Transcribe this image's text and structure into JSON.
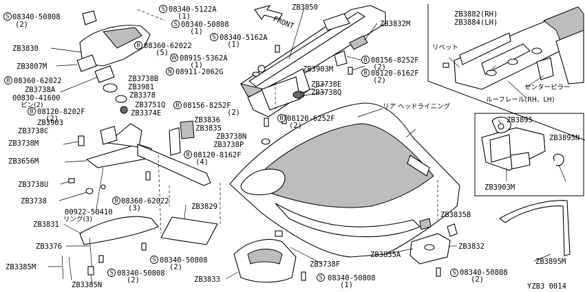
{
  "labels": {
    "zb3850": "ZB3850",
    "zb3832m": "ZB3832M",
    "front": "FRONT",
    "s_08340_5122a": "08340-5122A",
    "s_08340_5122a_q": "(1)",
    "s_08340_50808_top": "08340-50808",
    "s_08340_50808_top_q": "(1)",
    "s_08340_50808_left": "08340-50808",
    "s_08340_50808_left_q": "(2)",
    "s_08340_5162a": "08340-5162A",
    "s_08340_5162a_q": "(1)",
    "zb3830": "ZB3830",
    "b_08360_62022_top": "08360-62022",
    "b_08360_62022_top_q": "(5)",
    "w_08915_5362a": "08915-5362A",
    "w_08915_5362a_q": "(1)",
    "zb3807m": "ZB3807M",
    "b_08360_62022_left": "08360-62022",
    "n_08911_2062g": "08911-2062G",
    "zb3738b": "ZB3738B",
    "zb3738a": "ZB3738A",
    "zb3981": "ZB3981",
    "p_00830_41600": "00830-41600",
    "p_00830_41600_sub": "ピン(2)",
    "zb3378": "ZB3378",
    "zb3751q": "ZB3751Q",
    "b_08120_8202f": "08120-8202F",
    "b_08120_8202f_q": "(2)",
    "zb3374e": "ZB3374E",
    "zb3903": "ZB3903",
    "zb3738c": "ZB3738C",
    "zb3738m": "ZB3738M",
    "zb3656m": "ZB3656M",
    "zb3738u": "ZB3738U",
    "zb3738": "ZB3738",
    "p_00922_50410": "00922-50410",
    "p_00922_50410_sub": "リング(3)",
    "zb3831": "ZB3831",
    "zb3376": "ZB3376",
    "zb3385m": "ZB3385M",
    "zb3385n": "ZB3385N",
    "s_08340_50808_b1": "08340-50808",
    "s_08340_50808_b1_q": "(2)",
    "s_08340_50808_b2": "08340-50808",
    "s_08340_50808_b2_q": "(2)",
    "b_08360_62022_mid": "08360-62022",
    "b_08360_62022_mid_q": "(3)",
    "zb3829": "ZB3829",
    "zb3833": "ZB3833",
    "zb3836": "ZB3836",
    "zb3835": "ZB3835",
    "b_08156_8252f_mid": "08156-8252F",
    "b_08156_8252f_mid_q": "(2)",
    "zb3738n": "ZB3738N",
    "zb3738p": "ZB3738P",
    "b_08120_8162f": "08120-8162F",
    "b_08120_8162f_q": "(4)",
    "b_08120_6252f": "08120-6252F",
    "b_08120_6252f_q": "(2)",
    "zb3903m_top": "ZB3903M",
    "zb3738e": "ZB3738E",
    "zb3738q": "ZB3738Q",
    "b_08156_8252f_top": "08156-8252F",
    "b_08156_8252f_top_q": "(2)",
    "b_08120_6162f": "08120-6162F",
    "b_08120_6162f_q": "(2)",
    "rear_headlining": "リア ヘッドライニング",
    "zb3882": "ZB3882(RH)",
    "zb3884": "ZB3884(LH)",
    "rivet": "リベット",
    "center_pillar": "センターピラー",
    "roof_rail": "ルーフレール(RH、LH)",
    "zb3895": "ZB3895",
    "zb3895n": "ZB3895N",
    "zb3903m_box": "ZB3903M",
    "zb3738f": "ZB3738F",
    "zb3835a": "ZB3835A",
    "zb3835b": "ZB3835B",
    "zb3832": "ZB3832",
    "zb3895m": "ZB3895M",
    "s_08340_50808_bot1": "08340-50808",
    "s_08340_50808_bot1_q": "(1)",
    "s_08340_50808_bot2": "08340-50808",
    "s_08340_50808_bot2_q": "(2)",
    "diagram_code": "YZB3 0014"
  },
  "badges": {
    "S": "S",
    "B": "B",
    "N": "N",
    "W": "W"
  },
  "colors": {
    "line": "#000000",
    "background": "#ffffff",
    "shade": "#bdbdbd",
    "dark": "#6a6a6a"
  }
}
